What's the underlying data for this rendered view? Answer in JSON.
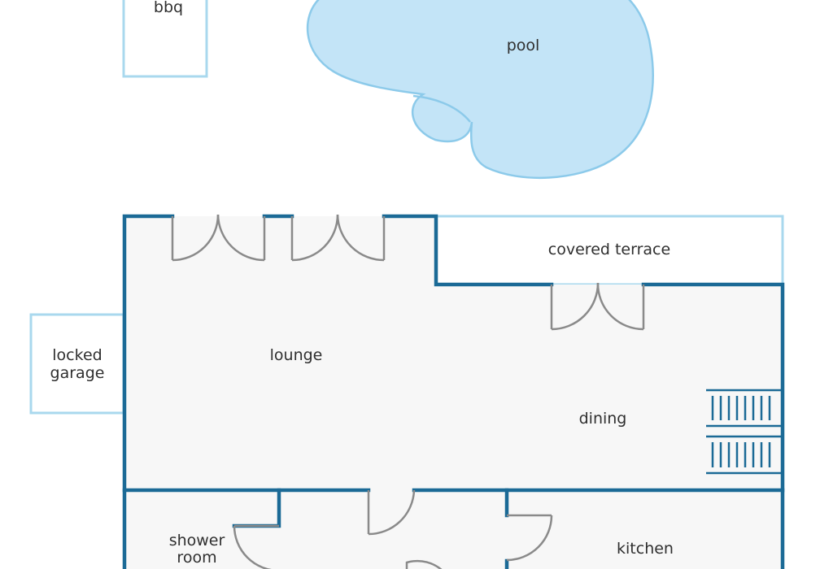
{
  "labels": {
    "bbq": "bbq",
    "pool": "pool",
    "covered_terrace": "covered terrace",
    "locked_garage_line1": "locked",
    "locked_garage_line2": "garage",
    "lounge": "lounge",
    "dining": "dining",
    "shower_room_line1": "shower",
    "shower_room_line2": "room",
    "kitchen": "kitchen"
  },
  "colors": {
    "wall": "#1b6a96",
    "outline_light": "#a9d8ee",
    "pool_fill": "#c3e4f7",
    "pool_stroke": "#8ccaea",
    "floor": "#f7f7f7",
    "door": "#8a8a8a",
    "text": "#2f2f2f"
  }
}
